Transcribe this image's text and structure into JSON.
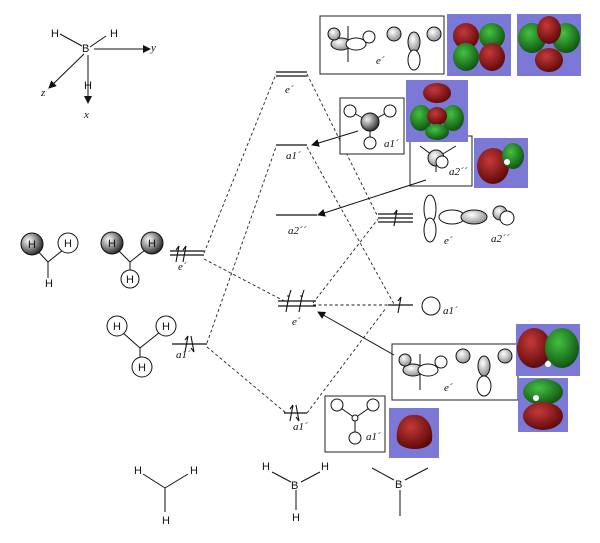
{
  "axes": {
    "atom": "B",
    "h": "H",
    "y": "y",
    "z": "z",
    "x": "x"
  },
  "fragments": {
    "atom_h": "H",
    "atom_b": "B"
  },
  "mo_labels": {
    "e_prime_top": "e´",
    "a1_prime_upper": "a1´",
    "a2_double_prime": "a2´´",
    "e_prime_mid": "e´",
    "a1_prime_low": "a1´"
  },
  "left_labels": {
    "e_prime": "e´",
    "a1_prime": "a1´"
  },
  "right_labels": {
    "e_prime": "e´",
    "a2_double_prime": "a2´´",
    "a1_prime": "a1´"
  },
  "inset_labels": {
    "top_e": "e´",
    "a1_upper": "a1´",
    "a2": "a2´´",
    "e_lower": "e´",
    "a1_lower": "a1´"
  },
  "colors": {
    "lobe_red": "#8a0d0d",
    "lobe_green": "#1f8a1f",
    "panel": "#7b78d6"
  }
}
